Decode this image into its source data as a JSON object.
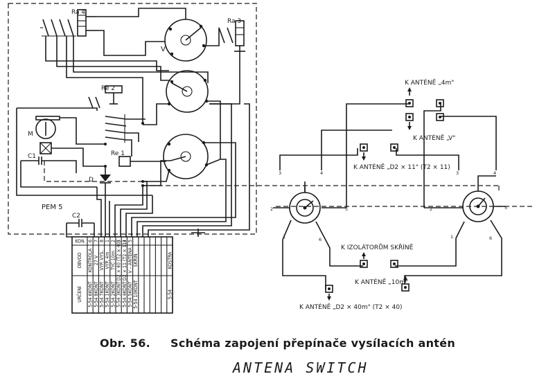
{
  "caption": {
    "figure": "Obr. 56.",
    "title": "Schéma zapojení přepínače vysílacích antén"
  },
  "handwritten_note": "ANTENA SWITCH",
  "labels": {
    "relay_ra4": "Ra 4",
    "relay_ra3": "Ra 3",
    "relay_ra2": "Re 2",
    "relay_re1": "Re 1",
    "motor": "M",
    "cap_c1": "C1",
    "cap_c2": "C2",
    "diode": "D",
    "wafer_v": "V",
    "box_name": "PEM 5"
  },
  "antenna_labels": {
    "a4m": "K ANTÉNĚ „4m\"",
    "av": "K ANTÉNĚ „V\"",
    "ad2x11": "K ANTÉNĚ „D2 × 11\" (T2 × 11)",
    "izolatorum": "K IZOLÁTORŮM SKŘÍNĚ",
    "a10m": "K ANTÉNĚ „10m\"",
    "ad2x40": "K ANTÉNĚ „D2 × 40m\" (T2 × 40)"
  },
  "table": {
    "row_kon": "KON.",
    "row_obvod": "OBVOD",
    "row_urceni": "URČENÍ",
    "columns": [
      {
        "kon": "6",
        "obvod": "KONTROLA",
        "urceni": "5-54 6KONT"
      },
      {
        "kon": "7",
        "obvod": "27 V",
        "urceni": "5-54 8KONT"
      },
      {
        "kon": "8",
        "obvod": "VYP. VYS.",
        "urceni": "5-54 7KONT"
      },
      {
        "kon": "1",
        "obvod": "VYP. 4m",
        "urceni": "5-54 1KONT"
      },
      {
        "kon": "2",
        "obvod": "TYČ 10m",
        "urceni": "5-54 2KONT"
      },
      {
        "kon": "3",
        "obvod": "D2 × 40 (T2 × 40)",
        "urceni": "5-54 3KONT"
      },
      {
        "kon": "4",
        "obvod": "D2 × 11 (T2 × 11)",
        "urceni": "5-54 4KONT"
      },
      {
        "kon": "5",
        "obvod": "V – ANTÉNA",
        "urceni": "5-54 5KONT"
      },
      {
        "kon": "",
        "obvod": "SKŘÍŇ",
        "urceni": "5-54 10KONT"
      },
      {
        "kon": "",
        "obvod": "",
        "urceni": ""
      },
      {
        "kon": "",
        "obvod": "",
        "urceni": ""
      },
      {
        "kon": "",
        "obvod": "",
        "urceni": ""
      },
      {
        "kon": "",
        "obvod": "",
        "urceni": ""
      },
      {
        "kon": "",
        "obvod": "",
        "urceni": ""
      },
      {
        "kon": "",
        "obvod": "KOSTRA",
        "urceni": "5-54"
      }
    ]
  }
}
